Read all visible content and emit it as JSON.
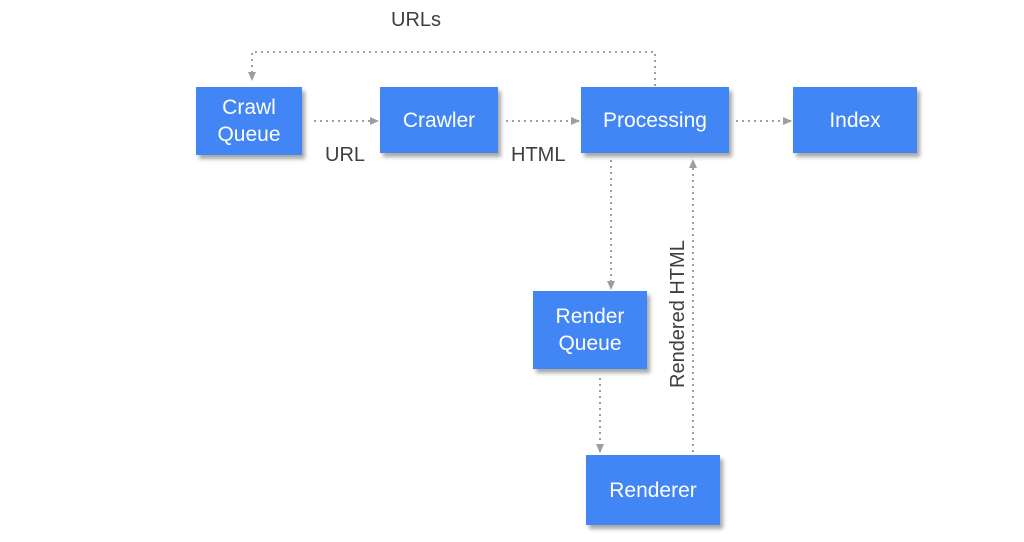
{
  "nodes": {
    "crawl_queue": "Crawl\nQueue",
    "crawler": "Crawler",
    "processing": "Processing",
    "index": "Index",
    "render_queue": "Render\nQueue",
    "renderer": "Renderer"
  },
  "edge_labels": {
    "urls": "URLs",
    "url": "URL",
    "html": "HTML",
    "rendered_html": "Rendered HTML"
  },
  "colors": {
    "node_fill": "#4285f4",
    "node_text": "#ffffff",
    "edge": "#9e9e9e",
    "label_text": "#3c4043"
  }
}
